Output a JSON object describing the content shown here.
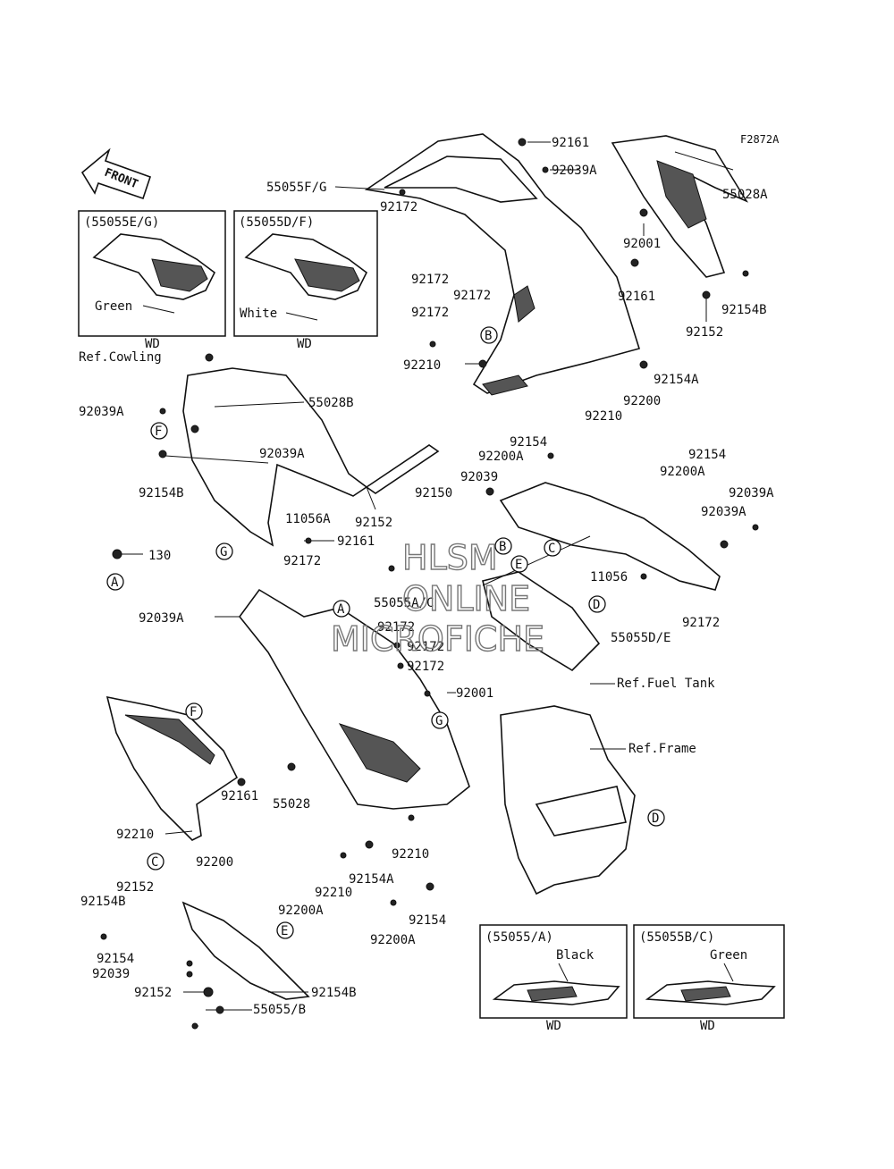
{
  "figure_code": "F2872A",
  "front_arrow_label": "FRONT",
  "watermark": [
    "HLSM",
    "ONLINE",
    "MICROFICHE"
  ],
  "insets": {
    "top_left": {
      "title": "(55055E/G)",
      "color": "Green",
      "note": "WD"
    },
    "top_right": {
      "title": "(55055D/F)",
      "color": "White",
      "note": "WD"
    },
    "bottom_left": {
      "title": "(55055/A)",
      "color": "Black",
      "note": "WD"
    },
    "bottom_right": {
      "title": "(55055B/C)",
      "color": "Green",
      "note": "WD"
    }
  },
  "references": {
    "cowling": "Ref.Cowling",
    "fuel_tank": "Ref.Fuel Tank",
    "frame": "Ref.Frame"
  },
  "callouts": [
    "A",
    "A",
    "B",
    "B",
    "C",
    "C",
    "D",
    "D",
    "E",
    "E",
    "F",
    "F",
    "G",
    "G"
  ],
  "part_labels": [
    "92161",
    "92039A",
    "55055F/G",
    "55028A",
    "92172",
    "92001",
    "92172",
    "92172",
    "92161",
    "92154B",
    "92172",
    "92152",
    "92210",
    "92154A",
    "92200",
    "55028B",
    "92039A",
    "92210",
    "92039A",
    "92154",
    "92154",
    "92200A",
    "92200A",
    "92039",
    "92150",
    "92154B",
    "92039A",
    "11056A",
    "92152",
    "92039A",
    "92161",
    "130",
    "92172",
    "11056",
    "55055A/C",
    "55055D/E",
    "92172",
    "92039A",
    "92172",
    "92172",
    "92172",
    "92001",
    "92161",
    "55028",
    "92210",
    "92210",
    "92200",
    "92154A",
    "92210",
    "92200A",
    "92152",
    "92154",
    "92154B",
    "92200A",
    "92154",
    "92039",
    "92152",
    "55055/B",
    "92154B"
  ]
}
